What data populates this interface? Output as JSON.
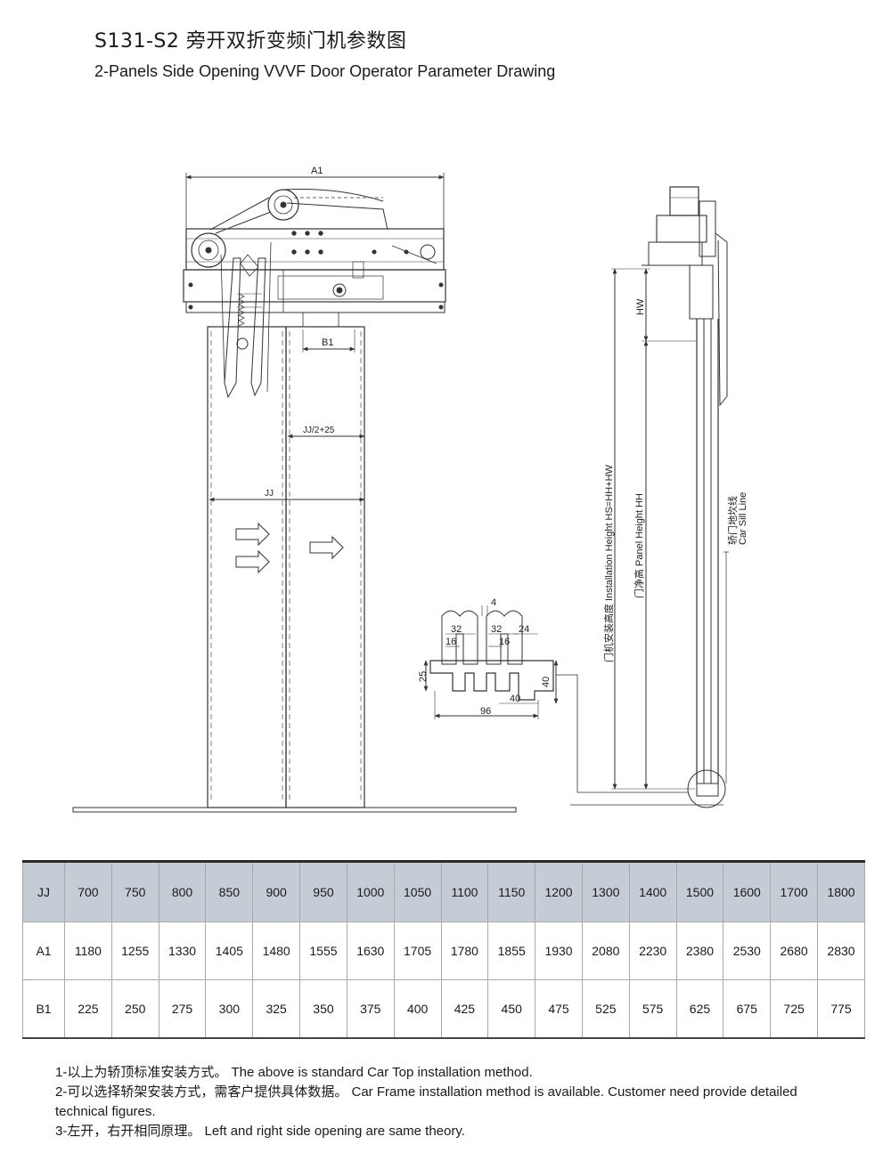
{
  "header": {
    "title_cn": "S131-S2 旁开双折变频门机参数图",
    "title_en": "2-Panels Side Opening VVVF Door Operator Parameter Drawing"
  },
  "drawing": {
    "dim_a1": "A1",
    "dim_b1": "B1",
    "dim_jj_half": "JJ/2+25",
    "dim_jj": "JJ",
    "dim_hw": "HW",
    "dim_install_height": "门机安装高度 Installation Height HS=HH+HW",
    "dim_panel_height": "门净高 Panel Height HH",
    "sill_line": [
      "轿门地坎线",
      "Car Sill Line"
    ],
    "sill_dims": {
      "d4": "4",
      "d32a": "32",
      "d32b": "32",
      "d24": "24",
      "d16a": "16",
      "d16b": "16",
      "d25": "25",
      "d40v": "40",
      "d40h": "40",
      "d96": "96"
    }
  },
  "table": {
    "rows": [
      {
        "label": "JJ",
        "values": [
          "700",
          "750",
          "800",
          "850",
          "900",
          "950",
          "1000",
          "1050",
          "1100",
          "1150",
          "1200",
          "1300",
          "1400",
          "1500",
          "1600",
          "1700",
          "1800"
        ]
      },
      {
        "label": "A1",
        "values": [
          "1180",
          "1255",
          "1330",
          "1405",
          "1480",
          "1555",
          "1630",
          "1705",
          "1780",
          "1855",
          "1930",
          "2080",
          "2230",
          "2380",
          "2530",
          "2680",
          "2830"
        ]
      },
      {
        "label": "B1",
        "values": [
          "225",
          "250",
          "275",
          "300",
          "325",
          "350",
          "375",
          "400",
          "425",
          "450",
          "475",
          "525",
          "575",
          "625",
          "675",
          "725",
          "775"
        ]
      }
    ]
  },
  "notes": [
    "1-以上为轿顶标准安装方式。  The above is standard Car Top installation method.",
    "2-可以选择轿架安装方式，需客户提供具体数据。  Car Frame installation method is available. Customer need provide detailed technical figures.",
    "3-左开，右开相同原理。  Left and right side opening are same theory."
  ]
}
